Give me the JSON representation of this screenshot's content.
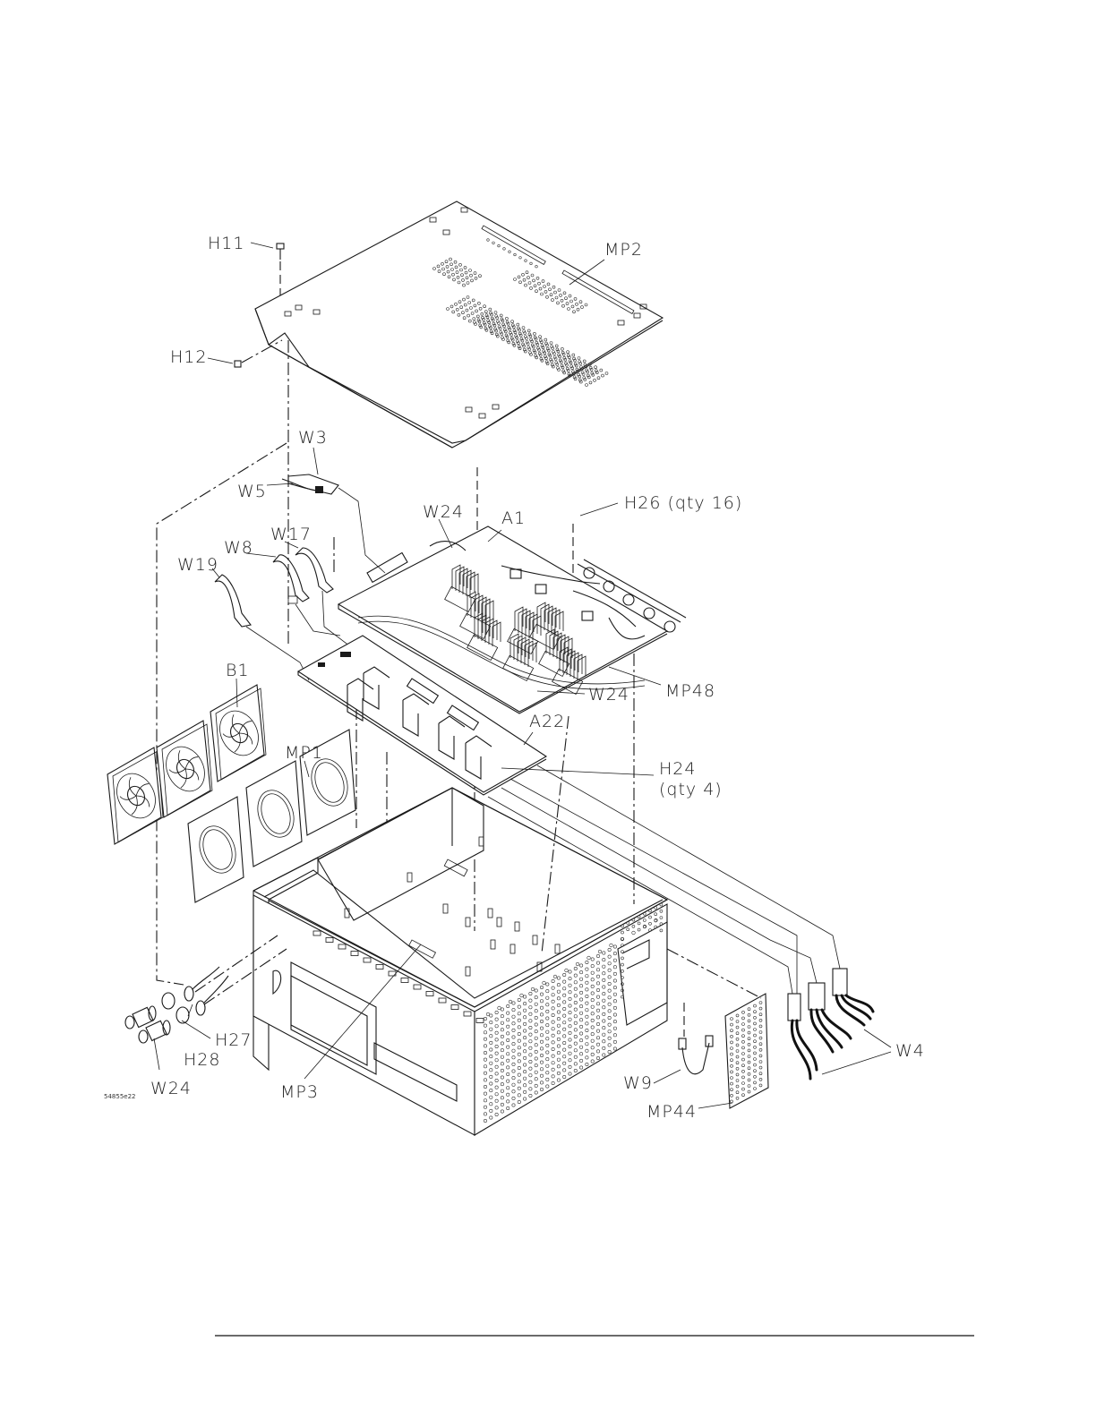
{
  "figure": {
    "file_tag": "54855e22"
  },
  "labels": {
    "h11": "H11",
    "mp2": "MP2",
    "h12": "H12",
    "w3": "W3",
    "w5": "W5",
    "w24_top": "W24",
    "a1": "A1",
    "h26": "H26 (qty 16)",
    "w19": "W19",
    "w8": "W8",
    "w17": "W17",
    "b1": "B1",
    "mp1": "MP1",
    "w24_mid": "W24",
    "mp48": "MP48",
    "a22": "A22",
    "h24_line1": "H24",
    "h24_line2": "(qty 4)",
    "h27": "H27",
    "h28": "H28",
    "w24_bottom": "W24",
    "mp3": "MP3",
    "w9": "W9",
    "mp44": "MP44",
    "w4": "W4"
  }
}
